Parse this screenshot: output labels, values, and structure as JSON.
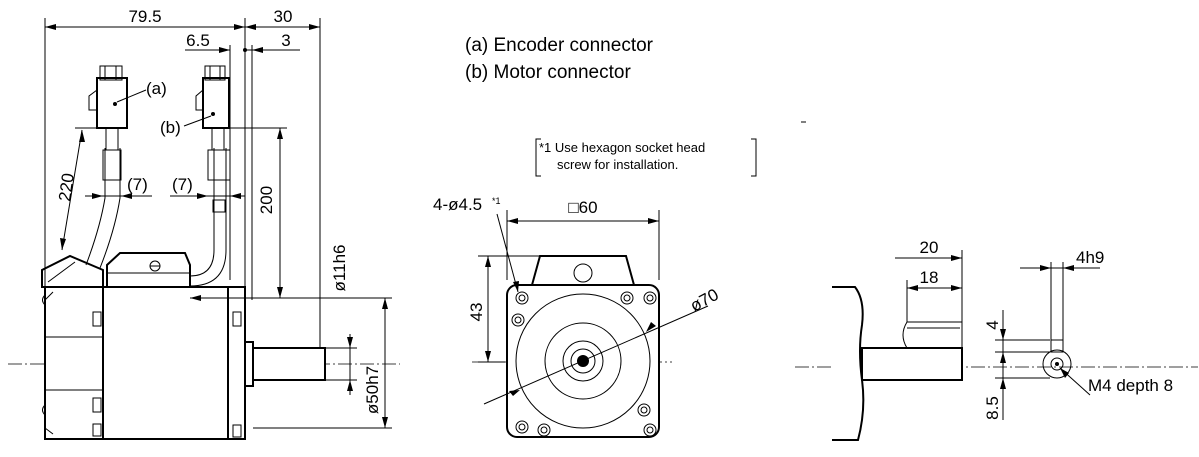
{
  "legend": {
    "a": "(a) Encoder connector",
    "b": "(b) Motor connector"
  },
  "note": {
    "line1": "*1 Use hexagon socket head",
    "line2": "screw for installation."
  },
  "side_view": {
    "length": "79.5",
    "shaft_length": "30",
    "flange_offset": "6.5",
    "shaft_step": "3",
    "label_a": "(a)",
    "label_b": "(b)",
    "cable_encoder": "220",
    "cable_motor": "200",
    "cable_dia_a": "(7)",
    "cable_dia_b": "(7)",
    "pilot_dia": "ø11h6",
    "spigot_dia": "ø50h7"
  },
  "front_view": {
    "holes": "4-ø4.5",
    "holes_note": "*1",
    "square": "□60",
    "height": "43",
    "pcd": "ø70"
  },
  "shaft_detail": {
    "key_length": "20",
    "key_offset": "18",
    "key_width": "4h9",
    "key_height": "4",
    "tap_offset": "8.5",
    "tap": "M4 depth 8"
  }
}
